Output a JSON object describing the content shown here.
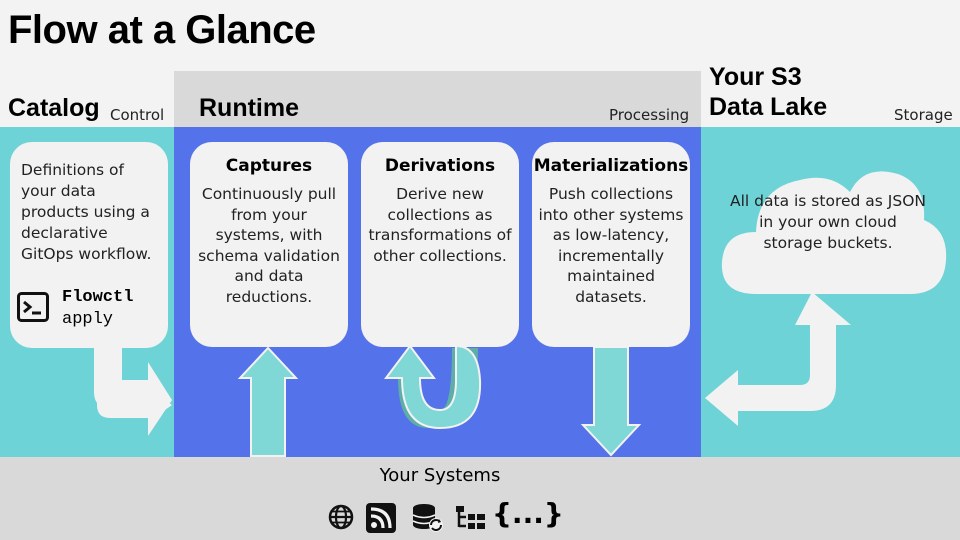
{
  "title": "Flow at a Glance",
  "catalog": {
    "title": "Catalog",
    "subtitle": "Control",
    "description": "Definitions of your data products using a declarative GitOps workflow.",
    "command_line1": "Flowctl",
    "command_line2": "apply",
    "icon": "terminal-icon"
  },
  "runtime": {
    "title": "Runtime",
    "subtitle": "Processing",
    "cards": [
      {
        "title": "Captures",
        "text": "Continuously pull from your systems, with schema validation and data reductions."
      },
      {
        "title": "Derivations",
        "text": "Derive new collections as transformations of other collections."
      },
      {
        "title": "Materializations",
        "text": "Push collections into other systems as low-latency, incrementally maintained datasets."
      }
    ]
  },
  "storage": {
    "title": "Your S3 Data Lake",
    "subtitle": "Storage",
    "cloud_text": "All data is stored as JSON in your own cloud storage buckets."
  },
  "systems": {
    "label": "Your Systems",
    "icons": [
      "globe-icon",
      "rss-feed-icon",
      "database-sync-icon",
      "hierarchy-icon",
      "json-braces-icon"
    ],
    "braces_text": "{...}"
  },
  "colors": {
    "teal": "#6dd3d6",
    "blue": "#5472ea",
    "gray": "#d9d9d9",
    "card": "#f2f2f2",
    "arrow_teal": "#7fd8d6",
    "arrow_dark_teal": "#5eaea7"
  }
}
